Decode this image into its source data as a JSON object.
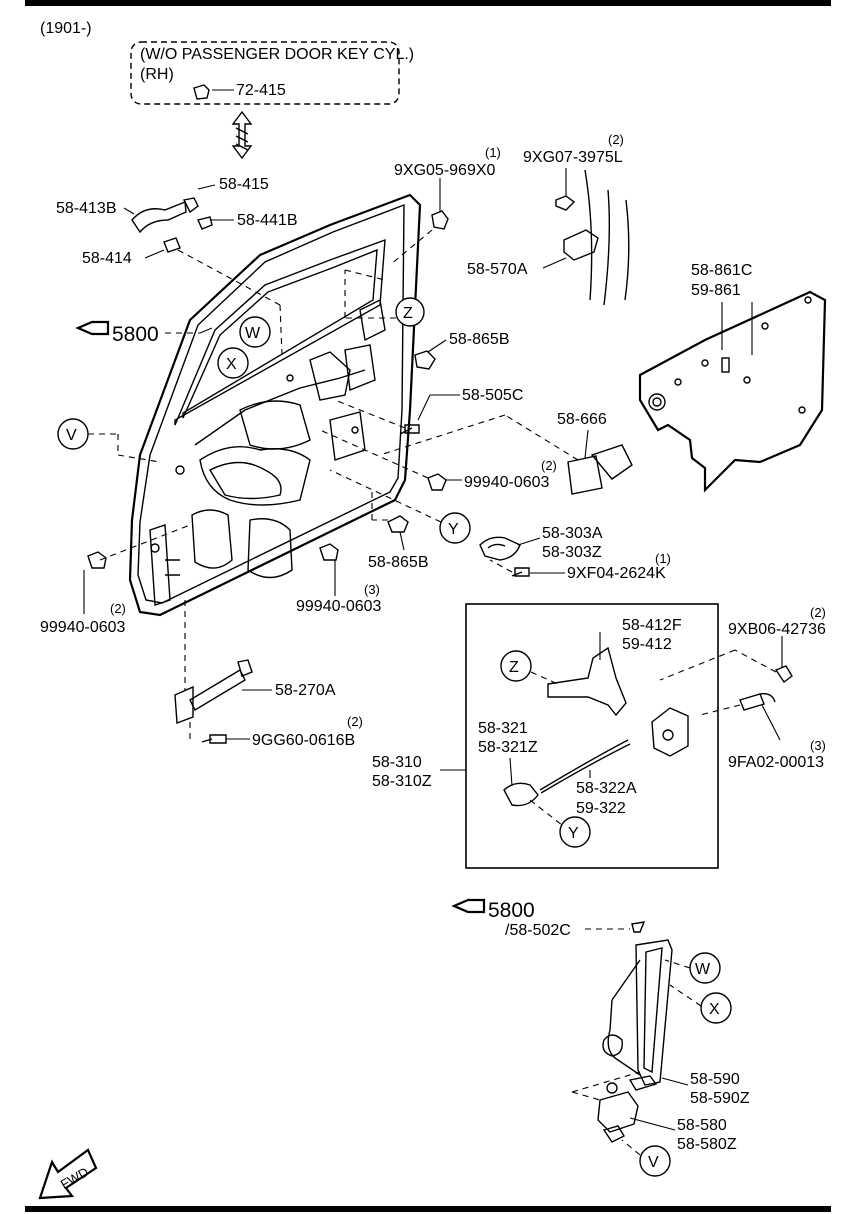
{
  "header": {
    "model_range": "(1901-)"
  },
  "note_box": {
    "line1": "(W/O PASSENGER DOOR KEY CYL.)",
    "line2": "(RH)",
    "part": "72-415"
  },
  "refs": {
    "ref_top": "5800",
    "ref_bottom": "5800"
  },
  "callouts": {
    "V": "V",
    "W": "W",
    "X": "X",
    "Y": "Y",
    "Z": "Z"
  },
  "parts": {
    "p58_415": "58-415",
    "p58_413B": "58-413B",
    "p58_441B": "58-441B",
    "p58_414": "58-414",
    "p9XG05": "9XG05-969X0",
    "p9XG05_qty": "(1)",
    "p9XG07": "9XG07-3975L",
    "p9XG07_qty": "(2)",
    "p58_570A": "58-570A",
    "p58_861C": "58-861C",
    "p59_861": "59-861",
    "p58_865B_top": "58-865B",
    "p58_505C": "58-505C",
    "p58_666": "58-666",
    "p99940_a": "99940-0603",
    "p99940_a_qty": "(2)",
    "p58_303A": "58-303A",
    "p58_303Z": "58-303Z",
    "p58_865B_bot": "58-865B",
    "p9XF04": "9XF04-2624K",
    "p9XF04_qty": "(1)",
    "p99940_b": "99940-0603",
    "p99940_b_qty": "(3)",
    "p99940_c": "99940-0603",
    "p99940_c_qty": "(2)",
    "p58_412F": "58-412F",
    "p59_412": "59-412",
    "p9XB06": "9XB06-42736",
    "p9XB06_qty": "(2)",
    "p58_270A": "58-270A",
    "p9GG60": "9GG60-0616B",
    "p9GG60_qty": "(2)",
    "p58_321": "58-321",
    "p58_321Z": "58-321Z",
    "p58_310": "58-310",
    "p58_310Z": "58-310Z",
    "p58_322A": "58-322A",
    "p59_322": "59-322",
    "p9FA02": "9FA02-00013",
    "p9FA02_qty": "(3)",
    "p58_502C": "/58-502C",
    "p58_590": "58-590",
    "p58_590Z": "58-590Z",
    "p58_580": "58-580",
    "p58_580Z": "58-580Z"
  },
  "fwd": "FWD"
}
